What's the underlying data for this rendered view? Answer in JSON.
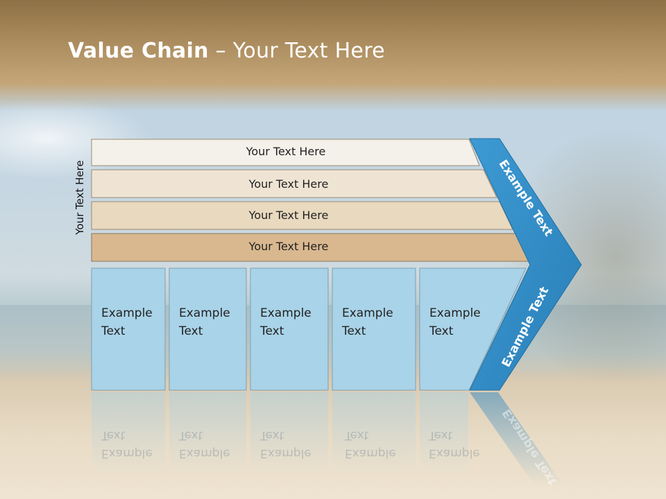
{
  "title": {
    "bold": "Value Chain",
    "rest": " – Your Text Here"
  },
  "side_label": "Your Text Here",
  "bars": [
    "Your Text Here",
    "Your Text Here",
    "Your Text Here",
    "Your Text Here"
  ],
  "boxes": [
    {
      "line1": "Example",
      "line2": "Text"
    },
    {
      "line1": "Example",
      "line2": "Text"
    },
    {
      "line1": "Example",
      "line2": "Text"
    },
    {
      "line1": "Example",
      "line2": "Text"
    },
    {
      "line1": "Example",
      "line2": "Text"
    }
  ],
  "chevron": {
    "upper": "Example Text",
    "lower": "Example Text"
  },
  "colors": {
    "bar1": "#f4f1ea",
    "bar2": "#efe4d4",
    "bar3": "#e8d9bf",
    "bar4": "#d9b88f",
    "box": "#a9d3e8",
    "chevron": "#2e86c1",
    "title": "#ffffff"
  }
}
